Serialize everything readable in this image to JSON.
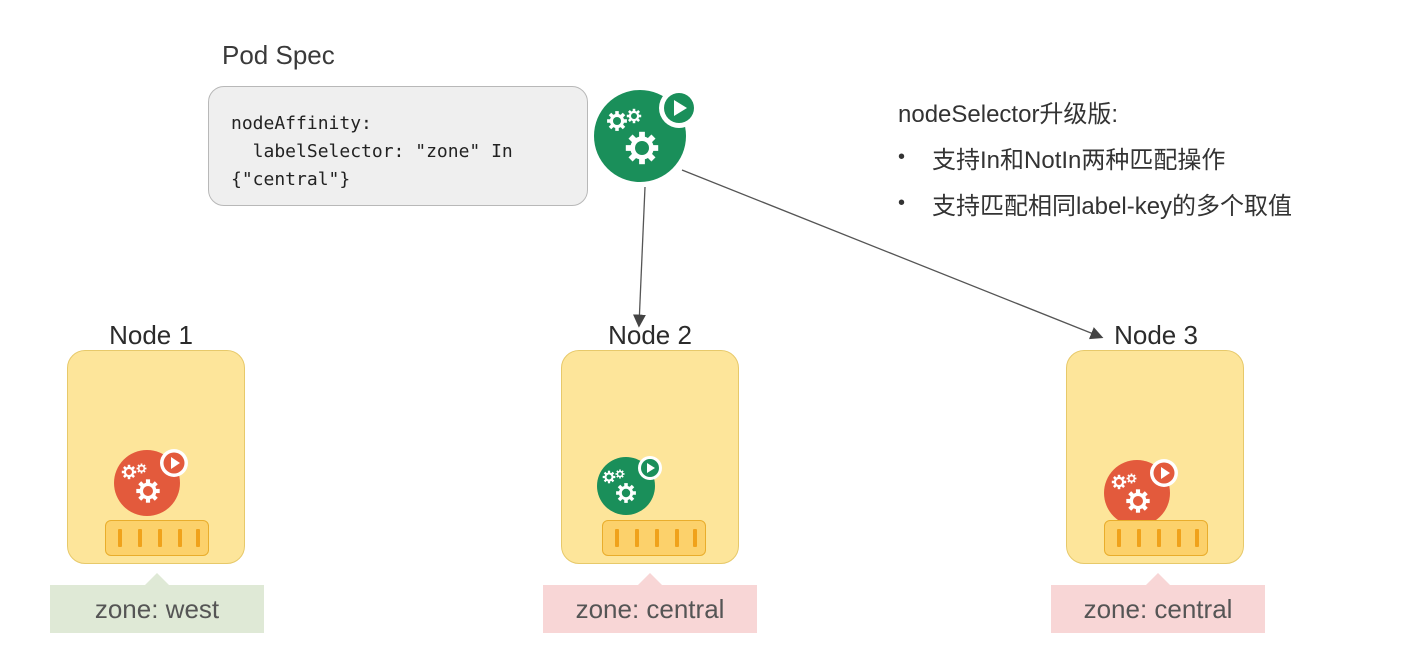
{
  "pod_spec": {
    "title": "Pod Spec",
    "lines": [
      "nodeAffinity:",
      "  labelSelector: \"zone\" In",
      "{\"central\"}"
    ]
  },
  "side_note": {
    "title": "nodeSelector升级版:",
    "bullets": [
      "支持In和NotIn两种匹配操作",
      "支持匹配相同label-key的多个取值"
    ]
  },
  "nodes": [
    {
      "label": "Node 1",
      "zone": "zone: west",
      "pod_color": "orange"
    },
    {
      "label": "Node 2",
      "zone": "zone: central",
      "pod_color": "green"
    },
    {
      "label": "Node 3",
      "zone": "zone: central",
      "pod_color": "orange"
    }
  ],
  "colors": {
    "pod_green": "#1a8f5a",
    "pod_orange": "#e35a3c",
    "node_fill": "#fde59a",
    "zone_west": "#dfe9d6",
    "zone_central": "#f8d6d6"
  }
}
